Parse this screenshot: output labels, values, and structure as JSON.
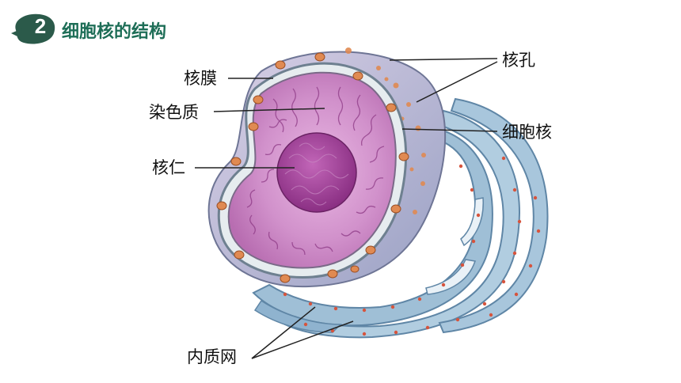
{
  "header": {
    "badge_number": "2",
    "title": "细胞核的结构"
  },
  "labels": {
    "nuclear_envelope": "核膜",
    "chromatin": "染色质",
    "nucleolus": "核仁",
    "nuclear_pore": "核孔",
    "nucleus": "细胞核",
    "endoplasmic_reticulum": "内质网"
  },
  "colors": {
    "title": "#1e6e57",
    "badge": "#2b5a4a",
    "nucleoplasm": "#c77cc2",
    "nucleolus": "#9a3f92",
    "envelope": "#8c9aa6",
    "pore": "#e08a52",
    "er": "#9fbfd6"
  }
}
